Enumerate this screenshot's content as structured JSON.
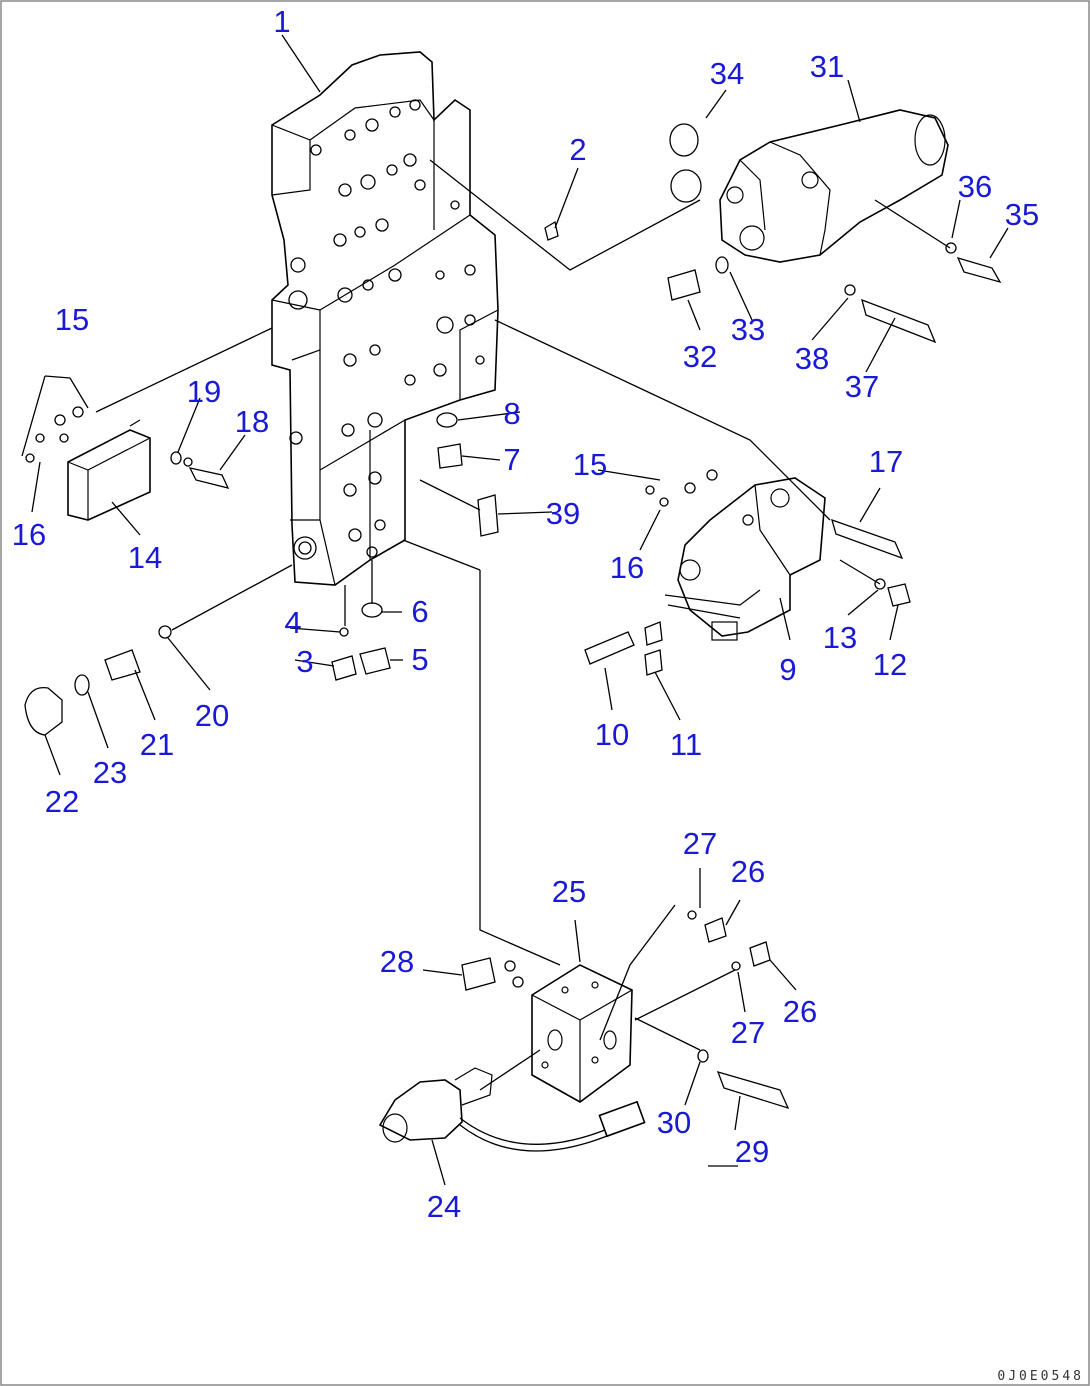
{
  "diagram": {
    "callouts": [
      "1",
      "2",
      "3",
      "4",
      "5",
      "6",
      "7",
      "8",
      "9",
      "10",
      "11",
      "12",
      "13",
      "14",
      "15",
      "15",
      "16",
      "16",
      "17",
      "18",
      "19",
      "20",
      "21",
      "22",
      "23",
      "24",
      "25",
      "26",
      "26",
      "27",
      "27",
      "28",
      "29",
      "30",
      "31",
      "32",
      "33",
      "34",
      "35",
      "36",
      "37",
      "38",
      "39"
    ],
    "drawing_code": "0J0E0548"
  }
}
